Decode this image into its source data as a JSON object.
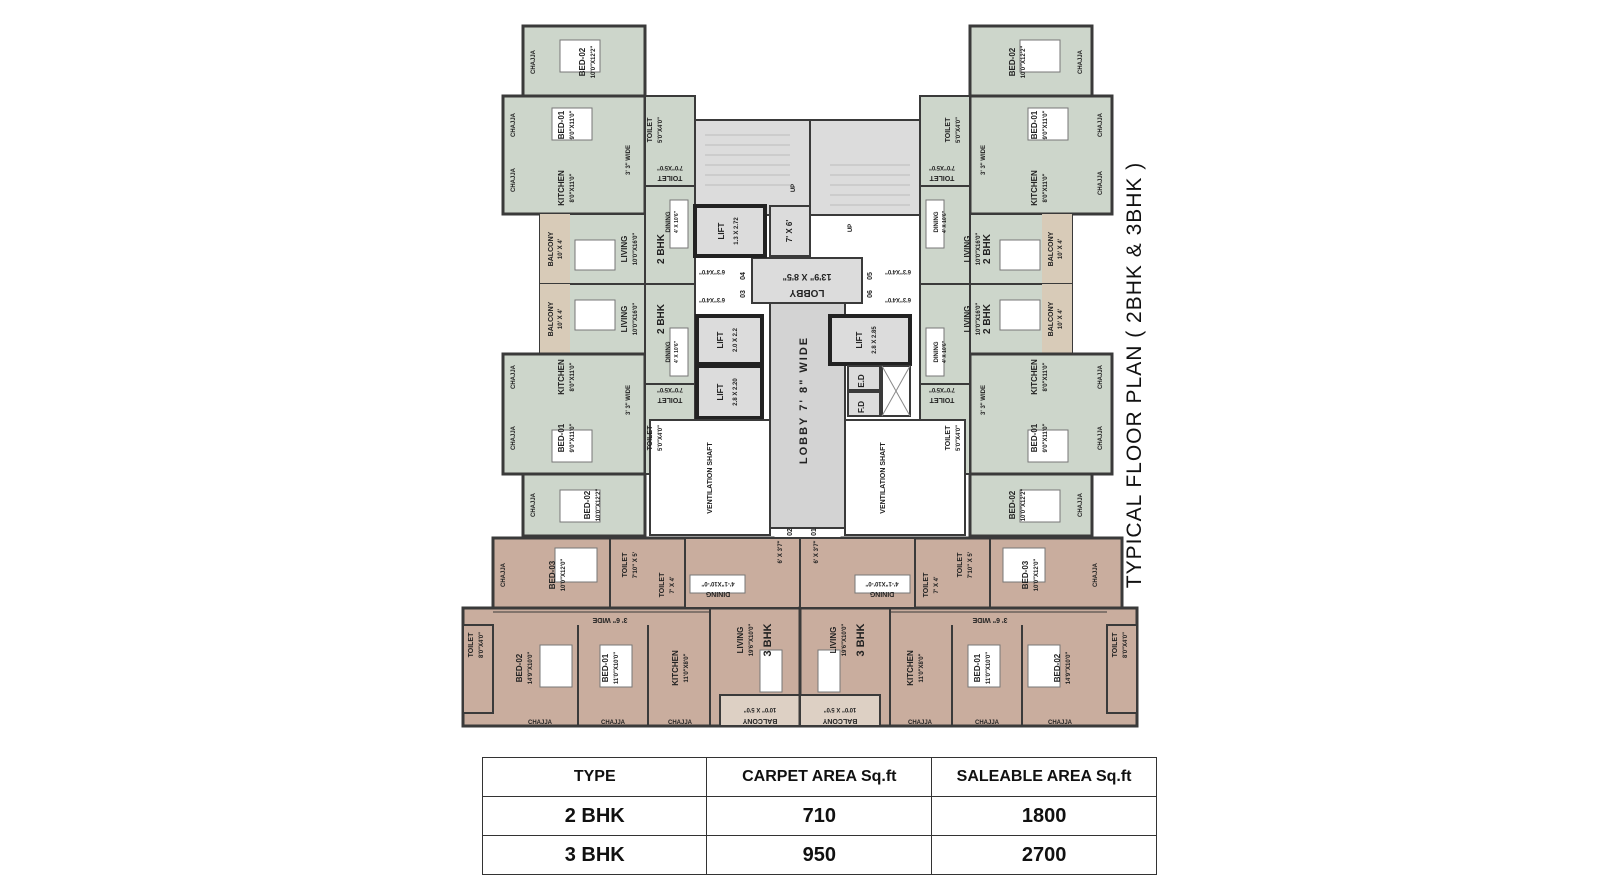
{
  "title": "TYPICAL  FLOOR  PLAN ( 2BHK & 3BHK )",
  "colors": {
    "bhk2": "#cdd6cb",
    "bhk3": "#c9ad9e",
    "core": "#dcdcdc",
    "wall": "#3a3a3a",
    "balcony2": "#d8cbb8"
  },
  "core": {
    "lobby_top": "LOBBY",
    "lobby_top_size": "13'9\" X 8'5\"",
    "lobby_wide": "LOBBY 7' 8\" WIDE",
    "lift1": "LIFT",
    "lift1_size": "1.3 X 2.72",
    "lift2": "LIFT",
    "lift2_size": "2.0 X 2.2",
    "lift3": "LIFT",
    "lift3_size": "2.8 X 2.20",
    "lift4": "LIFT",
    "lift4_size": "2.8 X 2.85",
    "passage": "7' X 6'",
    "up1": "UP",
    "up2": "UP",
    "ed": "E.D",
    "fd": "F.D",
    "shaft_left": "VENTILATION SHAFT",
    "shaft_right": "VENTILATION SHAFT",
    "flat_nos": [
      "01",
      "02",
      "03",
      "04",
      "05",
      "06"
    ],
    "door_size": "6' X 3'7\""
  },
  "bhk2": {
    "type": "2 BHK",
    "living": "LIVING",
    "living_size": "10'0\"X16'0\"",
    "dining": "DINING",
    "dining_size": "4' X 10'6\"",
    "kitchen": "KITCHEN",
    "kitchen_size": "8'0\"X11'0\"",
    "bed1": "BED-01",
    "bed1_size": "9'0\"X11'0\"",
    "bed2": "BED-02",
    "bed2_size": "10'0\"X12'2\"",
    "toilet": "TOILET",
    "toilet_size": "5'0\"X4'0\"",
    "toilet2": "TOILET",
    "toilet2_size": "7'0\"X5'0\"",
    "passage": "3' 3\" WIDE",
    "balcony": "BALCONY",
    "balcony_size": "10' X 4'",
    "chajja": "CHAJJA",
    "door": "6'3\"X4'0\""
  },
  "bhk3": {
    "type": "3 BHK",
    "living": "LIVING",
    "living_size": "19'6\"X10'0\"",
    "dining": "DINING",
    "dining_size": "4'-1\"X10'-0\"",
    "kitchen": "KITCHEN",
    "kitchen_size": "11'0\"X8'0\"",
    "bed1": "BED-01",
    "bed1_size": "11'0\"X10'0\"",
    "bed2": "BED-02",
    "bed2_size": "14'9\"X10'0\"",
    "bed3": "BED-03",
    "bed3_size": "10'0\"X12'0\"",
    "toilet": "TOILET",
    "toilet_size": "7'10\" X 5'",
    "toilet_s": "TOILET",
    "toilet_s_size": "7' X 4'",
    "toilet_e": "TOILET",
    "toilet_e_size": "8'0\"X4'0\"",
    "passage": "3' 6\" WIDE",
    "balcony": "BALCONY",
    "balcony_size": "10'0\" X 5'0\"",
    "chajja": "CHAJJA"
  },
  "table": {
    "headers": [
      "TYPE",
      "CARPET AREA Sq.ft",
      "SALEABLE AREA Sq.ft"
    ],
    "rows": [
      [
        "2 BHK",
        "710",
        "1800"
      ],
      [
        "3 BHK",
        "950",
        "2700"
      ]
    ]
  }
}
